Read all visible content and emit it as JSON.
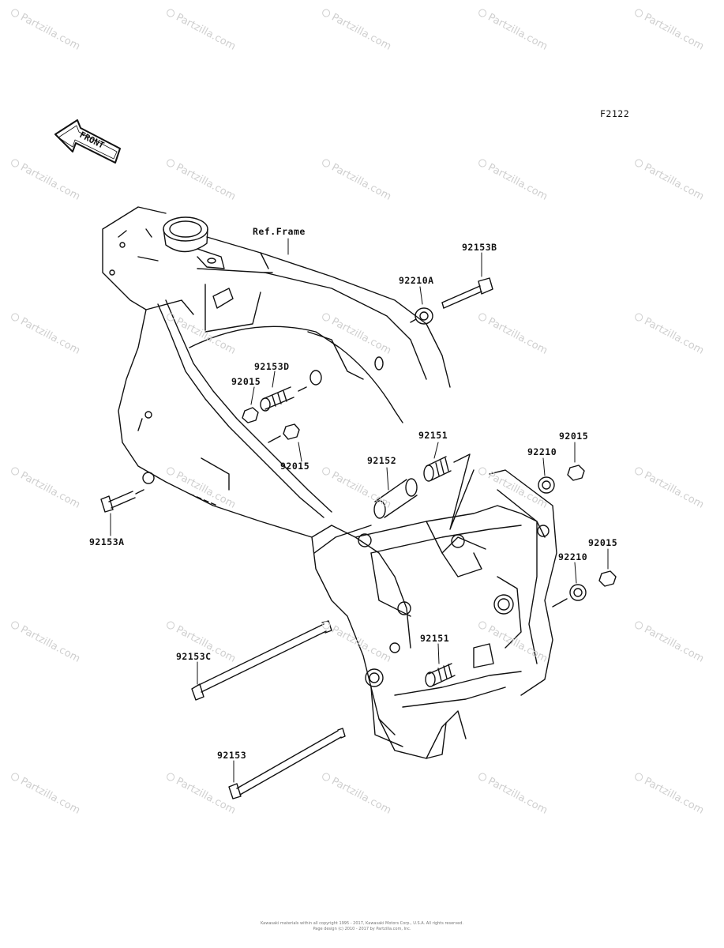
{
  "diagram_code": "F2122",
  "front_label": "FRONT",
  "frame_ref": "Ref.Frame",
  "parts": {
    "p92153B": "92153B",
    "p92210A": "92210A",
    "p92153D": "92153D",
    "p92015_a": "92015",
    "p92015_b": "92015",
    "p92151_upper": "92151",
    "p92152": "92152",
    "p92210_upper": "92210",
    "p92015_c": "92015",
    "p92015_d": "92015",
    "p92210_lower": "92210",
    "p92153A": "92153A",
    "p92153C": "92153C",
    "p92151_lower": "92151",
    "p92153": "92153"
  },
  "watermark": "Partzilla.com",
  "footer": {
    "line1": "Kawasaki materials within all copyright 1995 - 2017, Kawasaki Motors Corp., U.S.A. All rights reserved.",
    "line2": "Page design (c) 2010 - 2017 by Partzilla.com, Inc."
  }
}
